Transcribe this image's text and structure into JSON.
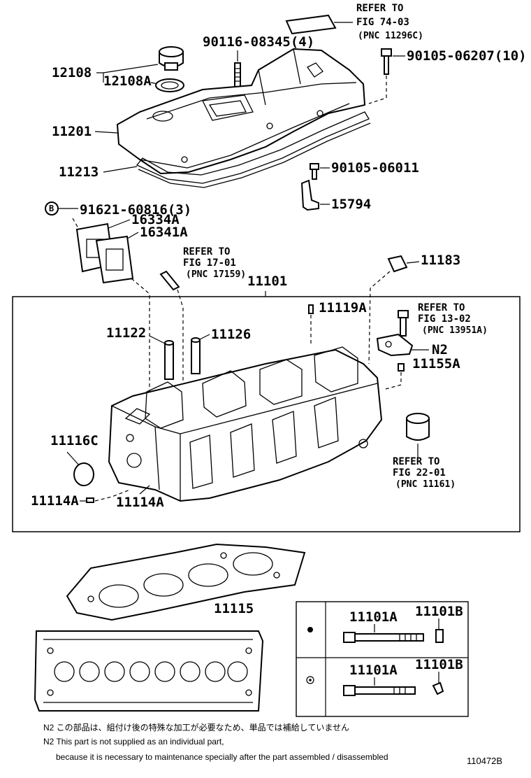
{
  "labels": {
    "refer_top_1": "REFER TO",
    "refer_top_2": "FIG 74-03",
    "refer_top_3": "(PNC 11296C)",
    "p90116": "90116-08345(4)",
    "p90105a": "90105-06207(10)",
    "p12108": "12108",
    "p12108A": "12108A",
    "p11201": "11201",
    "p11213": "11213",
    "p90105b": "90105-06011",
    "p15794": "15794",
    "circleB": "B",
    "p91621": "91621-60816(3)",
    "p16334A": "16334A",
    "p16341A": "16341A",
    "refer_stud_1": "REFER TO",
    "refer_stud_2": "FIG 17-01",
    "refer_stud_3": "(PNC 17159)",
    "p11183": "11183",
    "p11101": "11101",
    "p11119A": "11119A",
    "refer_bolt_1": "REFER TO",
    "refer_bolt_2": "FIG 13-02",
    "refer_bolt_3": "(PNC 13951A)",
    "p11122": "11122",
    "p11126": "11126",
    "pN2": "N2",
    "p11155A": "11155A",
    "p11116C": "11116C",
    "refer_cap_1": "REFER TO",
    "refer_cap_2": "FIG 22-01",
    "refer_cap_3": "(PNC 11161)",
    "p11114A_left": "11114A",
    "p11114A_right": "11114A",
    "p11115": "11115",
    "table_row1_bolt": "11101A",
    "table_row1_washer": "11101B",
    "table_row2_bolt": "11101A",
    "table_row2_washer": "11101B"
  },
  "notes": {
    "jp": "N2 この部品は、組付け後の特殊な加工が必要なため、単品では補給していません",
    "en1": "N2 This part is not supplied as an individual part,",
    "en2": "because it is necessary to maintenance specially after the part assembled / disassembled"
  },
  "figure_id": "110472B"
}
